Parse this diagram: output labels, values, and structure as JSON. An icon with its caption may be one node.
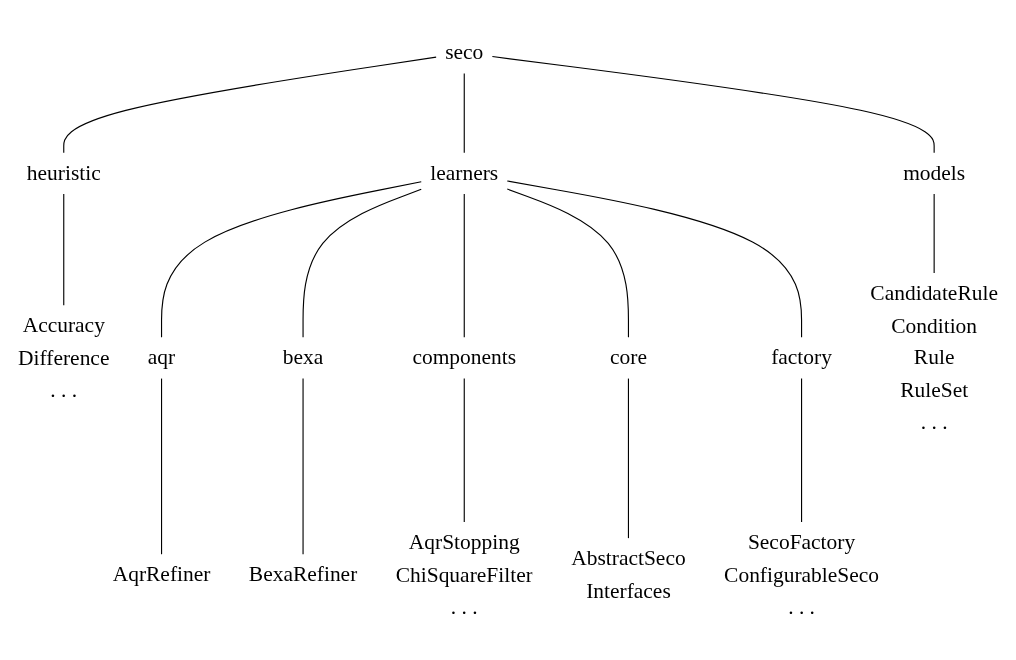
{
  "diagram": {
    "nodes": [
      {
        "text": [
          "seco"
        ]
      },
      {
        "text": [
          "heuristic"
        ]
      },
      {
        "text": [
          "learners"
        ]
      },
      {
        "text": [
          "models"
        ]
      },
      {
        "text": [
          "Accuracy",
          "Difference",
          ". . ."
        ]
      },
      {
        "text": [
          "aqr"
        ]
      },
      {
        "text": [
          "bexa"
        ]
      },
      {
        "text": [
          "components"
        ]
      },
      {
        "text": [
          "core"
        ]
      },
      {
        "text": [
          "factory"
        ]
      },
      {
        "text": [
          "CandidateRule",
          "Condition",
          "Rule",
          "RuleSet",
          ". . ."
        ]
      },
      {
        "text": [
          "AqrRefiner"
        ]
      },
      {
        "text": [
          "BexaRefiner"
        ]
      },
      {
        "text": [
          "AqrStopping",
          "ChiSquareFilter",
          ". . ."
        ]
      },
      {
        "text": [
          "AbstractSeco",
          "Interfaces"
        ]
      },
      {
        "text": [
          "SecoFactory",
          "ConfigurableSeco",
          ". . ."
        ]
      }
    ],
    "edges": [
      {
        "from": 0,
        "to": 1,
        "arrow": "none"
      },
      {
        "from": 0,
        "to": 2,
        "arrow": "none"
      },
      {
        "from": 0,
        "to": 3,
        "arrow": "none"
      },
      {
        "from": 1,
        "to": 4,
        "arrow": "none"
      },
      {
        "from": 2,
        "to": 5,
        "arrow": "none"
      },
      {
        "from": 2,
        "to": 6,
        "arrow": "none"
      },
      {
        "from": 2,
        "to": 7,
        "arrow": "none"
      },
      {
        "from": 2,
        "to": 8,
        "arrow": "none"
      },
      {
        "from": 2,
        "to": 9,
        "arrow": "none"
      },
      {
        "from": 3,
        "to": 10,
        "arrow": "none"
      },
      {
        "from": 5,
        "to": 11,
        "arrow": "none"
      },
      {
        "from": 6,
        "to": 12,
        "arrow": "none"
      },
      {
        "from": 7,
        "to": 13,
        "arrow": "none"
      },
      {
        "from": 8,
        "to": 14,
        "arrow": "none"
      },
      {
        "from": 9,
        "to": 15,
        "arrow": "none"
      }
    ]
  }
}
